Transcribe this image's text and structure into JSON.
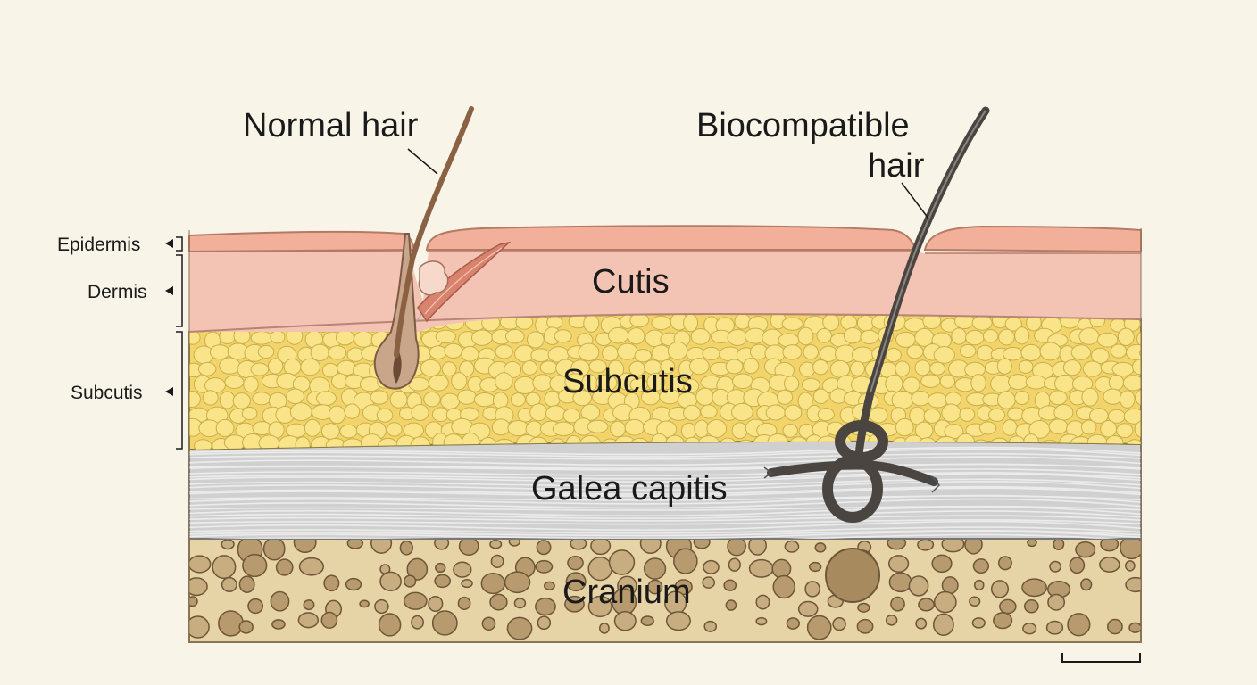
{
  "labels": {
    "normal_hair": "Normal hair",
    "biocompatible_hair_line1": "Biocompatible",
    "biocompatible_hair_line2": "hair",
    "cutis": "Cutis",
    "subcutis": "Subcutis",
    "galea": "Galea capitis",
    "cranium": "Cranium"
  },
  "side_labels": {
    "epidermis": "Epidermis",
    "dermis": "Dermis",
    "subcutis": "Subcutis"
  },
  "colors": {
    "background": "#f8f4e8",
    "epidermis": "#f2b9a4",
    "dermis": "#f3c3b3",
    "fat": "#f6dc74",
    "fat_cell": "#f9e489",
    "galea": "#cfd0cf",
    "bone": "#e6d3a6",
    "bone_pore": "#b79a6d",
    "hair_normal": "#8a6142",
    "hair_biocompatible": "#4a4540",
    "outline": "#6b5a4a"
  }
}
